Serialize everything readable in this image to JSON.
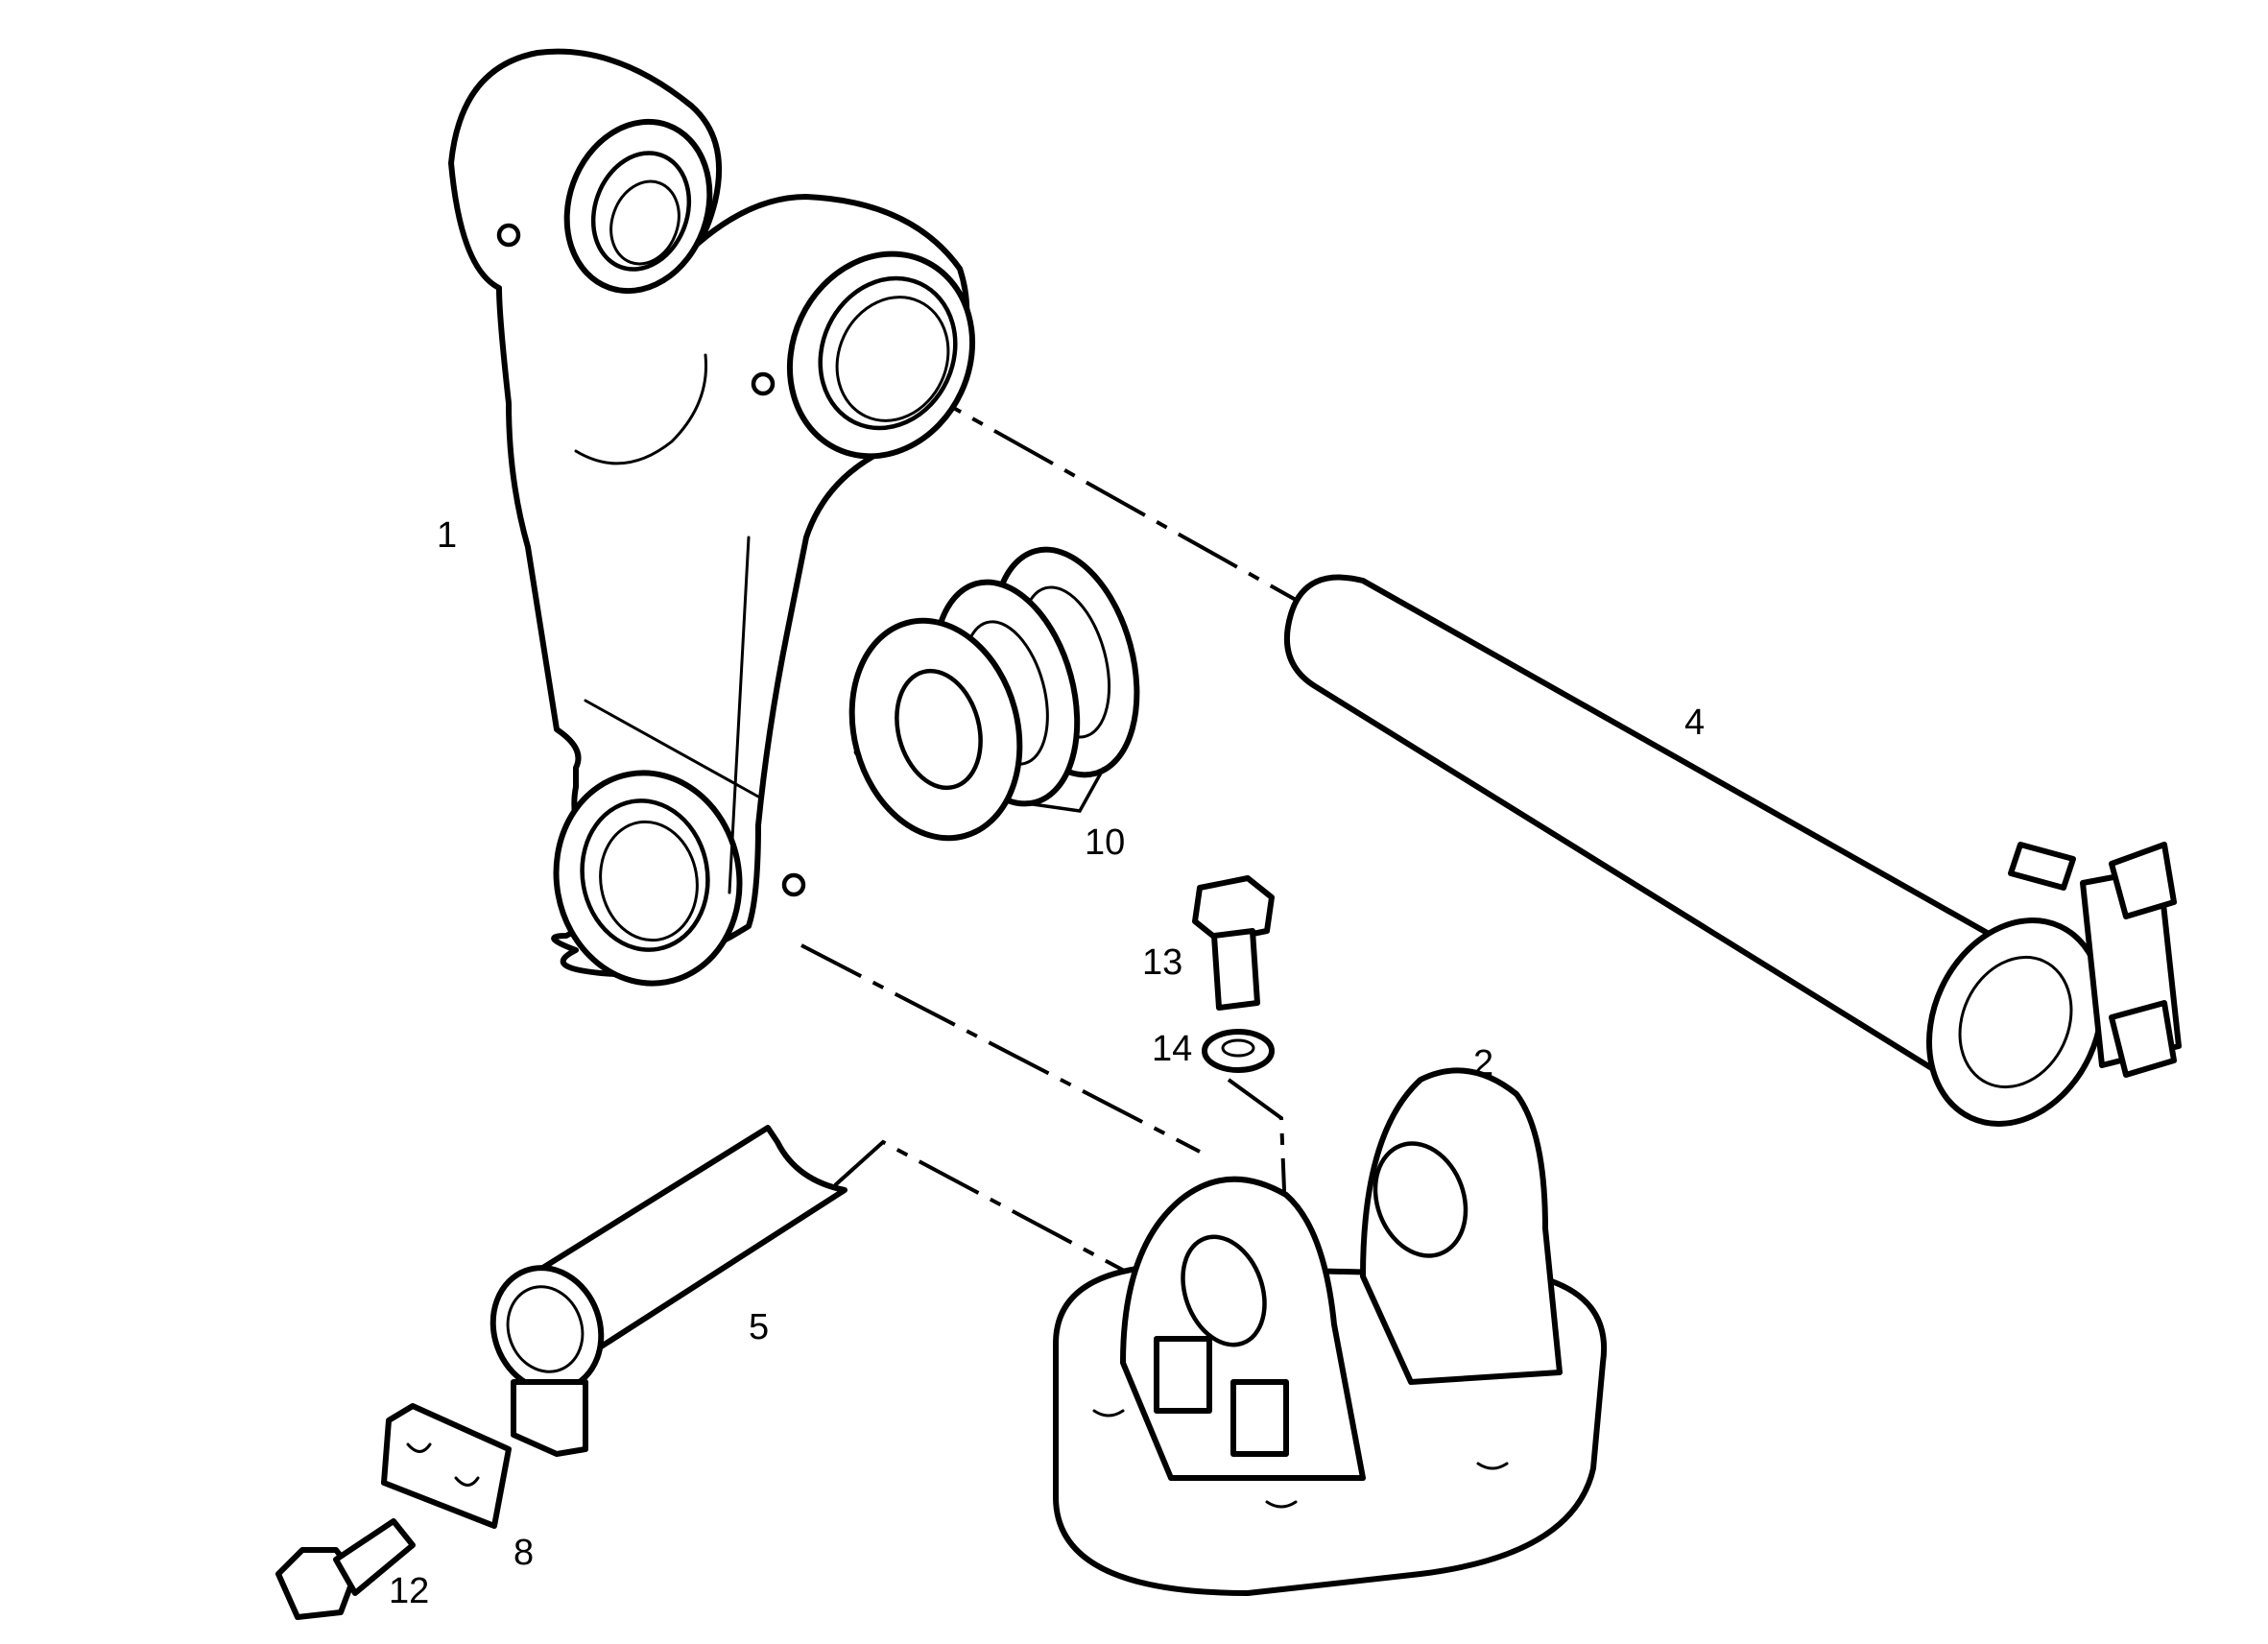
{
  "callouts": {
    "c1": "1",
    "c2": "2",
    "c4": "4",
    "c5": "5",
    "c8": "8",
    "c10": "10",
    "c12": "12",
    "c13": "13",
    "c14": "14"
  },
  "colors": {
    "line": "#000000",
    "background": "#ffffff"
  }
}
